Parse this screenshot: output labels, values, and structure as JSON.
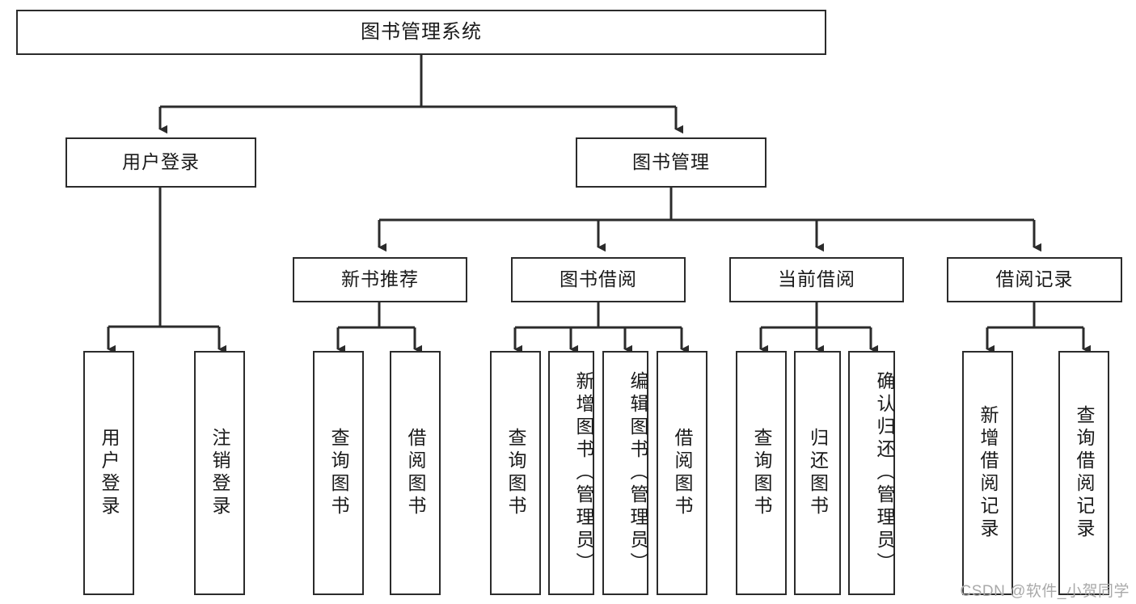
{
  "diagram": {
    "title": "图书管理系统",
    "type": "tree-structure-chart",
    "line_color": "#2b2b2b",
    "box_fill": "#ffffff",
    "text_color": "#1a1a1a"
  },
  "nodes": {
    "root": {
      "label": "图书管理系统"
    },
    "level2": [
      {
        "label": "用户登录"
      },
      {
        "label": "图书管理"
      }
    ],
    "level3": [
      {
        "label": "新书推荐"
      },
      {
        "label": "图书借阅"
      },
      {
        "label": "当前借阅"
      },
      {
        "label": "借阅记录"
      }
    ],
    "leaves_user_login": [
      {
        "label": "用户登录"
      },
      {
        "label": "注销登录"
      }
    ],
    "leaves_new_book": [
      {
        "label": "查询图书"
      },
      {
        "label": "借阅图书"
      }
    ],
    "leaves_borrow": [
      {
        "label": "查询图书"
      },
      {
        "label": "新增图书（管理员）"
      },
      {
        "label": "编辑图书（管理员）"
      },
      {
        "label": "借阅图书"
      }
    ],
    "leaves_current": [
      {
        "label": "查询图书"
      },
      {
        "label": "归还图书"
      },
      {
        "label": "确认归还（管理员）"
      }
    ],
    "leaves_records": [
      {
        "label": "新增借阅记录"
      },
      {
        "label": "查询借阅记录"
      }
    ]
  },
  "watermark": {
    "text": "CSDN @软件_小贺同学"
  }
}
